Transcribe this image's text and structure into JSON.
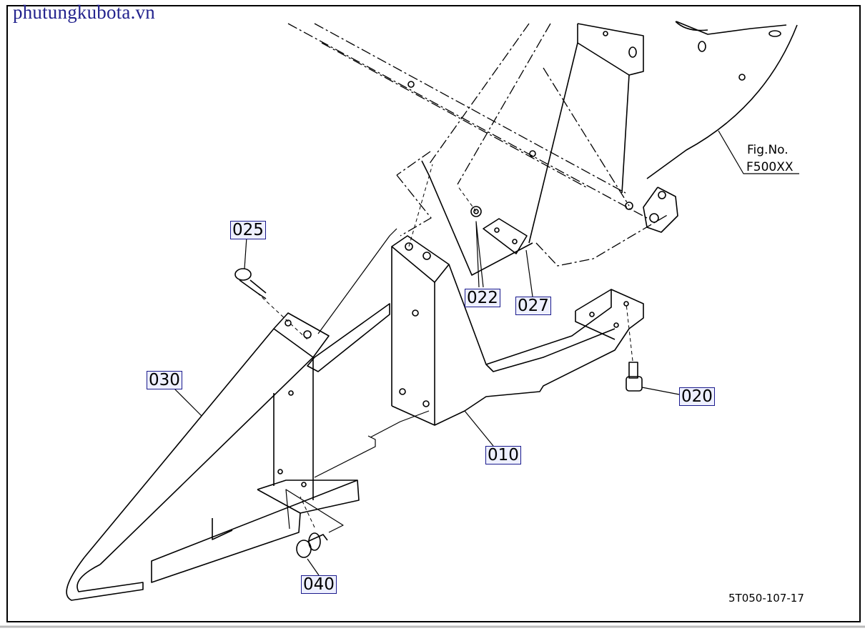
{
  "watermark": "phutungkubota.vn",
  "figure": {
    "ref_label_1": "Fig.No.",
    "ref_label_2": "F500XX",
    "drawing_code": "5T050-107-17"
  },
  "callouts": [
    "025",
    "030",
    "022",
    "027",
    "010",
    "020",
    "040"
  ],
  "colors": {
    "line": "#000000",
    "callout_bg": "#eef0ff",
    "callout_border": "#1a1a8c",
    "watermark": "#23238e"
  }
}
